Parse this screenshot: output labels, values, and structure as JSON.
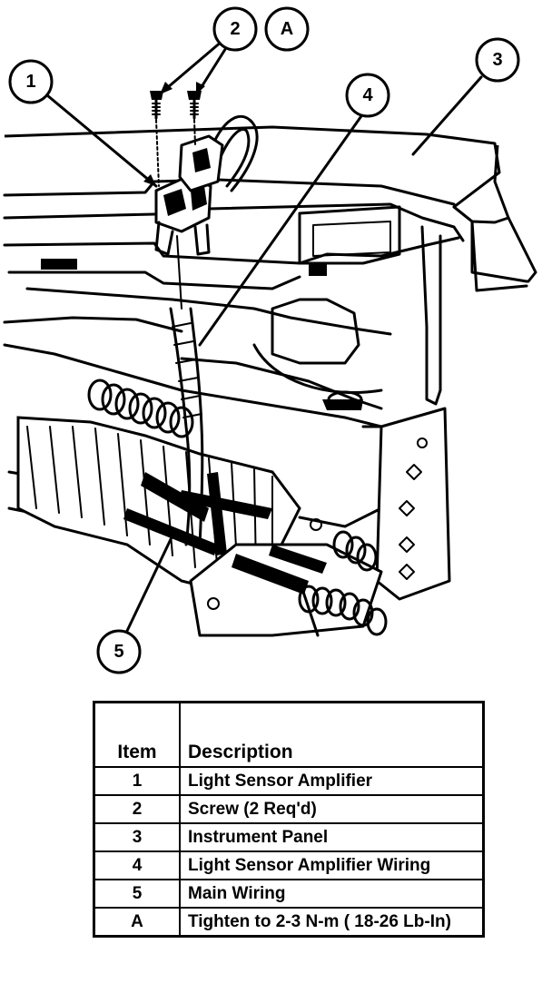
{
  "callouts": [
    "1",
    "2",
    "3",
    "4",
    "5",
    "A"
  ],
  "table": {
    "headers": {
      "item": "Item",
      "description": "Description"
    },
    "rows": [
      {
        "item": "1",
        "description": "Light Sensor Amplifier"
      },
      {
        "item": "2",
        "description": "Screw (2 Req'd)"
      },
      {
        "item": "3",
        "description": "Instrument Panel"
      },
      {
        "item": "4",
        "description": "Light Sensor Amplifier Wiring"
      },
      {
        "item": "5",
        "description": "Main Wiring"
      },
      {
        "item": "A",
        "description": "Tighten to 2-3 N-m ( 18-26 Lb-In)"
      }
    ]
  }
}
